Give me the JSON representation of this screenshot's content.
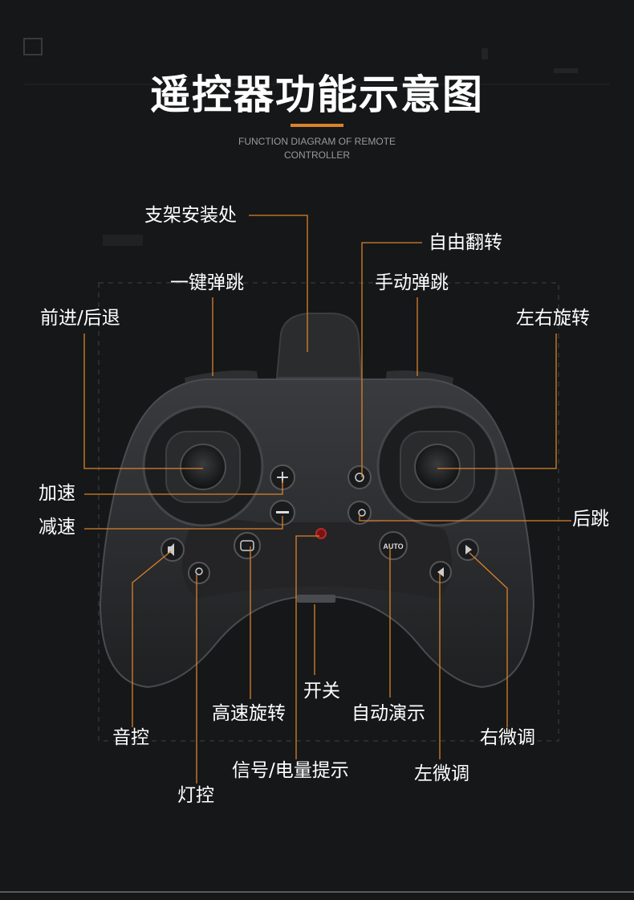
{
  "title": "遥控器功能示意图",
  "subtitle_line1": "FUNCTION DIAGRAM OF REMOTE",
  "subtitle_line2": "CONTROLLER",
  "accent_color": "#d9822b",
  "controller": {
    "auto_button_text": "AUTO"
  },
  "labels": {
    "bracket_mount": "支架安装处",
    "auto_flip": "自由翻转",
    "one_key_jump": "一键弹跳",
    "manual_jump": "手动弹跳",
    "forward_back": "前进/后退",
    "rotate": "左右旋转",
    "speed_up": "加速",
    "slow_down": "减速",
    "back_jump": "后跳",
    "power_switch": "开关",
    "high_speed_spin": "高速旋转",
    "auto_demo": "自动演示",
    "sound_control": "音控",
    "right_trim": "右微调",
    "signal_battery": "信号/电量提示",
    "left_trim": "左微调",
    "light_control": "灯控"
  }
}
